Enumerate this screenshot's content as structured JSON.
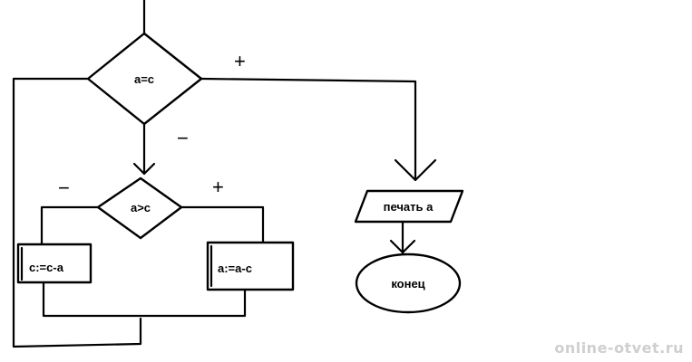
{
  "diagram": {
    "conditions": {
      "outer": {
        "label": "a=c",
        "yes_mark": "+",
        "no_mark": "−"
      },
      "inner": {
        "label": "a>c",
        "yes_mark": "+",
        "no_mark": "−"
      }
    },
    "process": {
      "left": {
        "label": "c:=c-a"
      },
      "right": {
        "label": "a:=a-c"
      }
    },
    "output": {
      "label": "печать а"
    },
    "terminator": {
      "label": "конец"
    }
  },
  "watermark": "online-otvet.ru"
}
